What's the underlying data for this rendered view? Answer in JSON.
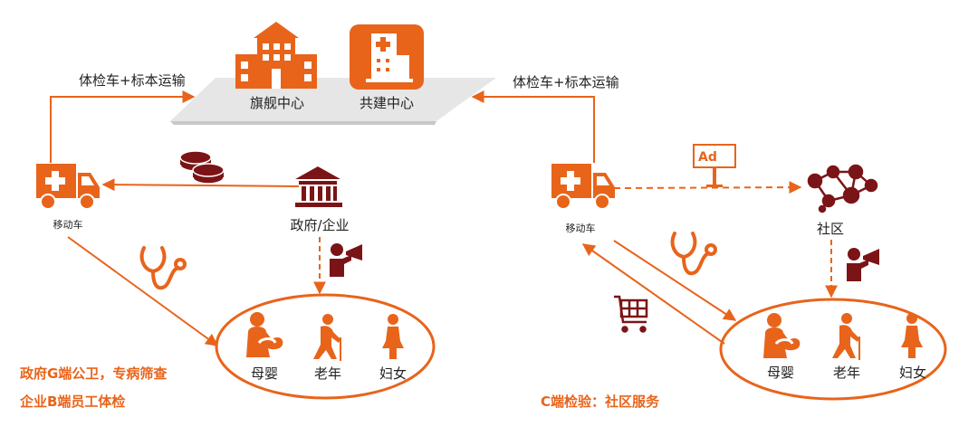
{
  "colors": {
    "accent": "#E8641B",
    "dark": "#7B1416",
    "platform": "#E6E6E6"
  },
  "top": {
    "flagship_label": "旗舰中心",
    "cobuild_label": "共建中心",
    "transport_label_left": "体检车+标本运输",
    "transport_label_right": "体检车+标本运输"
  },
  "left": {
    "truck_label": "移动车",
    "gov_label": "政府/企业",
    "groups": [
      "母婴",
      "老年",
      "妇女"
    ],
    "caption_line1": "政府G端公卫，专病筛查",
    "caption_line2": "企业B端员工体检"
  },
  "right": {
    "truck_label": "移动车",
    "community_label": "社区",
    "ad_text": "Ad",
    "groups": [
      "母婴",
      "老年",
      "妇女"
    ],
    "caption": "C端检验：社区服务"
  }
}
